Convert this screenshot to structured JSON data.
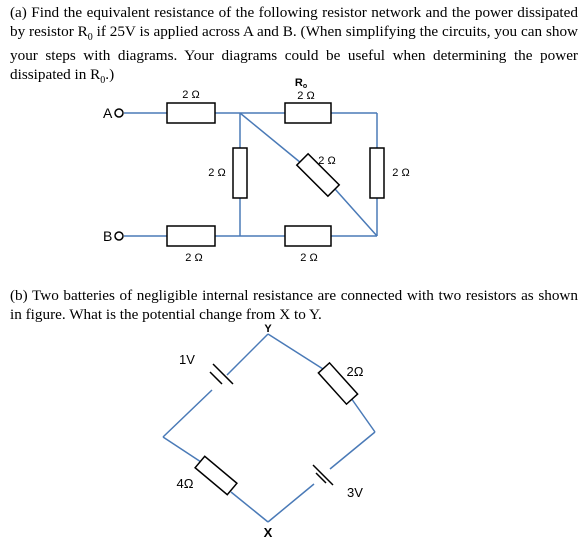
{
  "part_a": {
    "question": "(a) Find the equivalent resistance of the following resistor network and the power dissipated by resistor R",
    "r0_sub": "0",
    "question_mid": " if 25V is applied across A and B. (When simplifying the circuits, you can show your steps with diagrams. Your diagrams could be useful when determining the power dissipated in R",
    "question_end": ".)",
    "circuit": {
      "terminal_a": "A",
      "terminal_b": "B",
      "r0_label": "R",
      "r0_label_sub": "o",
      "resistors": [
        "2 Ω",
        "2 Ω",
        "2 Ω",
        "2 Ω",
        "2 Ω",
        "2 Ω",
        "2 Ω"
      ]
    }
  },
  "part_b": {
    "question": "(b) Two batteries of negligible internal resistance are connected with two resistors as shown in figure. What is the potential change from X to Y.",
    "circuit": {
      "node_y": "Y",
      "node_x": "X",
      "battery_1": "1V",
      "battery_2": "3V",
      "resistor_1": "2Ω",
      "resistor_2": "4Ω"
    }
  },
  "colors": {
    "wire": "#4a7ab7",
    "component": "#000000",
    "text": "#000000"
  }
}
